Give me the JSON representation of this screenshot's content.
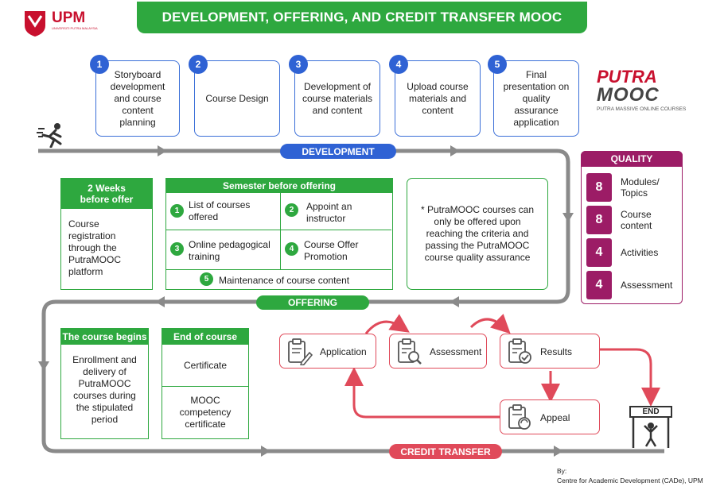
{
  "header": {
    "logo_text": "UPM",
    "logo_subtext": "UNIVERSITI PUTRA MALAYSIA",
    "title": "DEVELOPMENT, OFFERING, AND CREDIT TRANSFER MOOC"
  },
  "development": {
    "label": "DEVELOPMENT",
    "steps": [
      {
        "num": "1",
        "text": "Storyboard development and course content planning"
      },
      {
        "num": "2",
        "text": "Course Design"
      },
      {
        "num": "3",
        "text": "Development of course materials and content"
      },
      {
        "num": "4",
        "text": "Upload course materials and content"
      },
      {
        "num": "5",
        "text": "Final presentation on quality assurance application"
      }
    ]
  },
  "brand": {
    "putra": "PUTRA",
    "mooc": "MOOC",
    "tagline": "PUTRA MASSIVE ONLINE COURSES"
  },
  "quality": {
    "title": "QUALITY",
    "items": [
      {
        "num": "8",
        "label": "Modules/ Topics"
      },
      {
        "num": "8",
        "label": "Course content"
      },
      {
        "num": "4",
        "label": "Activities"
      },
      {
        "num": "4",
        "label": "Assessment"
      }
    ]
  },
  "offering": {
    "label": "OFFERING",
    "two_weeks": {
      "head": "2 Weeks before offer",
      "body": "Course registration through the PutraMOOC platform"
    },
    "semester": {
      "head": "Semester before offering",
      "items": [
        {
          "num": "1",
          "text": "List of courses offered"
        },
        {
          "num": "2",
          "text": "Appoint an instructor"
        },
        {
          "num": "3",
          "text": "Online pedagogical training"
        },
        {
          "num": "4",
          "text": "Course Offer Promotion"
        },
        {
          "num": "5",
          "text": "Maintenance of course content"
        }
      ]
    },
    "note": "* PutraMOOC courses can only be offered upon reaching the criteria and passing the PutraMOOC course quality assurance"
  },
  "course": {
    "begins_head": "The course begins",
    "begins_body": "Enrollment and delivery of PutraMOOC courses during the stipulated period",
    "end_head": "End of course",
    "end_item1": "Certificate",
    "end_item2": "MOOC competency certificate"
  },
  "credit": {
    "label": "CREDIT TRANSFER",
    "application": "Application",
    "assessment": "Assessment",
    "results": "Results",
    "appeal": "Appeal",
    "end": "END"
  },
  "credits": {
    "by": "By:",
    "org": "Centre for Academic Development (CADe), UPM"
  },
  "colors": {
    "green": "#2ea83f",
    "blue": "#2f62d4",
    "red": "#e04a5a",
    "magenta": "#9c1c66",
    "gray": "#8a8a8a"
  }
}
